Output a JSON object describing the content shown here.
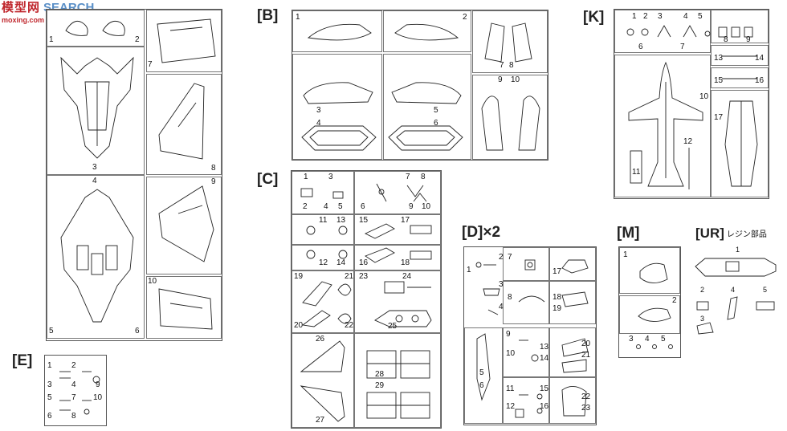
{
  "watermark": {
    "cn": "模型网",
    "en": "SEARCH",
    "url": "moxing.com"
  },
  "sheets": {
    "A": {
      "label": "",
      "numbers": [
        "1",
        "2",
        "3",
        "4",
        "5",
        "6",
        "7",
        "8",
        "9",
        "10"
      ]
    },
    "B": {
      "label": "[B]",
      "numbers": [
        "1",
        "2",
        "3",
        "4",
        "5",
        "6",
        "7",
        "8",
        "9",
        "10"
      ]
    },
    "C": {
      "label": "[C]",
      "numbers": [
        "1",
        "2",
        "3",
        "4",
        "5",
        "6",
        "7",
        "8",
        "9",
        "10",
        "11",
        "12",
        "13",
        "14",
        "15",
        "16",
        "17",
        "18",
        "19",
        "20",
        "21",
        "22",
        "23",
        "24",
        "25",
        "26",
        "27",
        "28",
        "29"
      ]
    },
    "D": {
      "label": "[D]×2",
      "numbers": [
        "1",
        "2",
        "3",
        "4",
        "5",
        "6",
        "7",
        "8",
        "9",
        "10",
        "11",
        "12",
        "13",
        "14",
        "15",
        "16",
        "17",
        "18",
        "19",
        "20",
        "21",
        "22",
        "23"
      ]
    },
    "E": {
      "label": "[E]",
      "numbers": [
        "1",
        "2",
        "3",
        "4",
        "5",
        "6",
        "7",
        "8",
        "9",
        "10"
      ]
    },
    "K": {
      "label": "[K]",
      "numbers": [
        "1",
        "2",
        "3",
        "4",
        "5",
        "6",
        "7",
        "8",
        "9",
        "10",
        "11",
        "12",
        "13",
        "14",
        "15",
        "16",
        "17"
      ]
    },
    "M": {
      "label": "[M]",
      "numbers": [
        "1",
        "2",
        "3",
        "4",
        "5"
      ]
    },
    "UR": {
      "label": "[UR]",
      "suffix": "レジン部品",
      "numbers": [
        "1",
        "2",
        "3",
        "4",
        "5"
      ]
    }
  }
}
